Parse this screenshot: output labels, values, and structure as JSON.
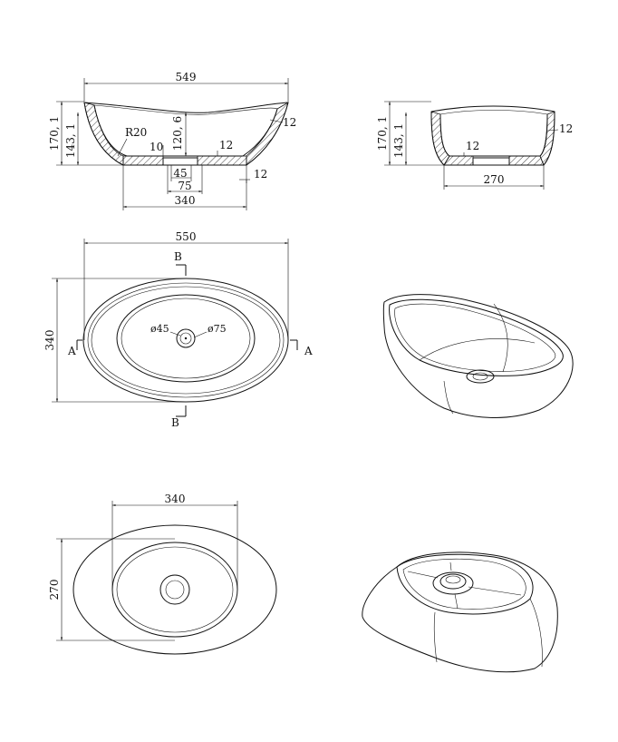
{
  "front_view": {
    "width": "549",
    "height_total": "170, 1",
    "height_inner": "143, 1",
    "depth": "120, 6",
    "radius": "R20",
    "wall": "12",
    "bottom_thk": "10",
    "floor_thk": "12",
    "drain": "45",
    "drain_outer": "75",
    "base_gap": "12",
    "base_width": "340"
  },
  "side_view": {
    "height_total": "170, 1",
    "height_inner": "143, 1",
    "wall": "12",
    "floor": "12",
    "base_width": "270"
  },
  "top_view": {
    "width": "550",
    "height": "340",
    "section_b": "B",
    "section_a": "A",
    "drain_inner": "ø45",
    "drain_outer": "ø75"
  },
  "bottom_view": {
    "width": "340",
    "height": "270"
  }
}
